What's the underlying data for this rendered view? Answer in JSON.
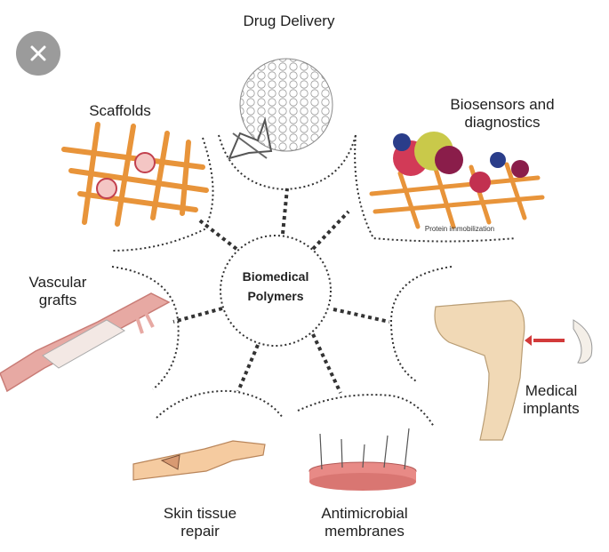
{
  "close_icon": "close-icon",
  "center": {
    "label": "Biomedical\nPolymers"
  },
  "applications": {
    "drug_delivery": "Drug Delivery",
    "biosensors": "Biosensors and\ndiagnostics",
    "biosensors_caption": "Protein immobilization",
    "medical_implants": "Medical\nimplants",
    "antimicrobial": "Antimicrobial\nmembranes",
    "skin_repair": "Skin tissue\nrepair",
    "vascular": "Vascular\ngrafts",
    "scaffolds": "Scaffolds"
  },
  "colors": {
    "fiber": "#e8943a",
    "artery": "#e7a9a3",
    "membrane": "#e88a86",
    "bone": "#f1d9b6",
    "close_bg": "#8a8a8a"
  }
}
